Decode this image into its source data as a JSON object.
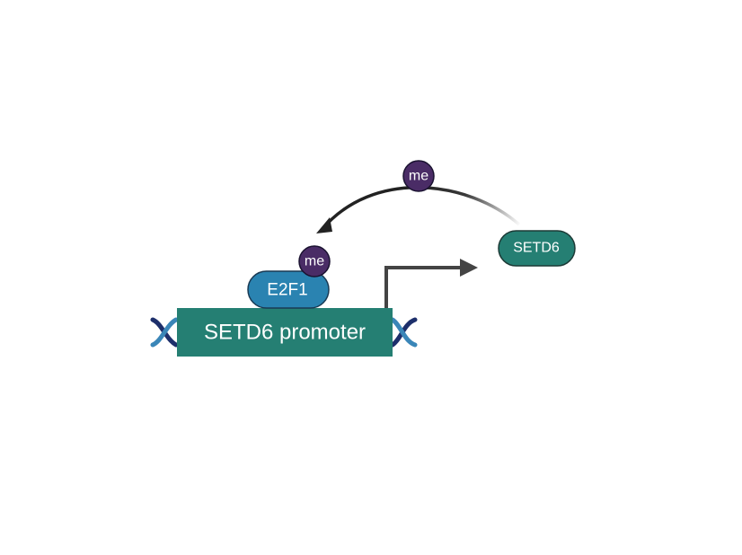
{
  "labels": {
    "promoter": "SETD6 promoter",
    "e2f1": "E2F1",
    "setd6": "SETD6",
    "me_on_arrow": "me",
    "me_on_e2f1": "me"
  },
  "colors": {
    "promoter_fill": "#257f73",
    "e2f1_fill": "#2a83b1",
    "e2f1_stroke": "#1a3a54",
    "setd6_fill": "#257f73",
    "setd6_stroke": "#1c3a36",
    "me_fill": "#4a2c66",
    "me_stroke": "#1a1230",
    "dna_dark": "#1d2f6b",
    "dna_light": "#3a86b8",
    "arrow": "#444444"
  },
  "icons": {
    "dna": "dna-helix-icon",
    "transcription_start": "bent-arrow-icon",
    "feedback": "curved-arrow-icon"
  }
}
